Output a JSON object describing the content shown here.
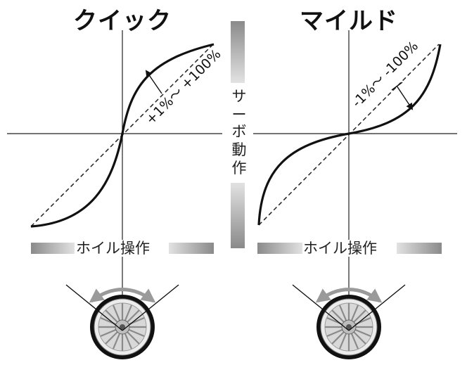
{
  "titles": {
    "quick": "クイック",
    "mild": "マイルド"
  },
  "annotations": {
    "quick_range": "+1%〜 +100%",
    "mild_range": "-1%〜 -100%"
  },
  "servo_axis": {
    "chars": [
      "サ",
      "ー",
      "ボ",
      "動",
      "作"
    ]
  },
  "wheel_axis": {
    "quick_label": "ホイル操作",
    "mild_label": "ホイル操作"
  },
  "colors": {
    "curve": "#111111",
    "bar_dark": "#8a8a8a",
    "bar_light": "#dedede",
    "arrow_gray": "#9a9a9a"
  }
}
